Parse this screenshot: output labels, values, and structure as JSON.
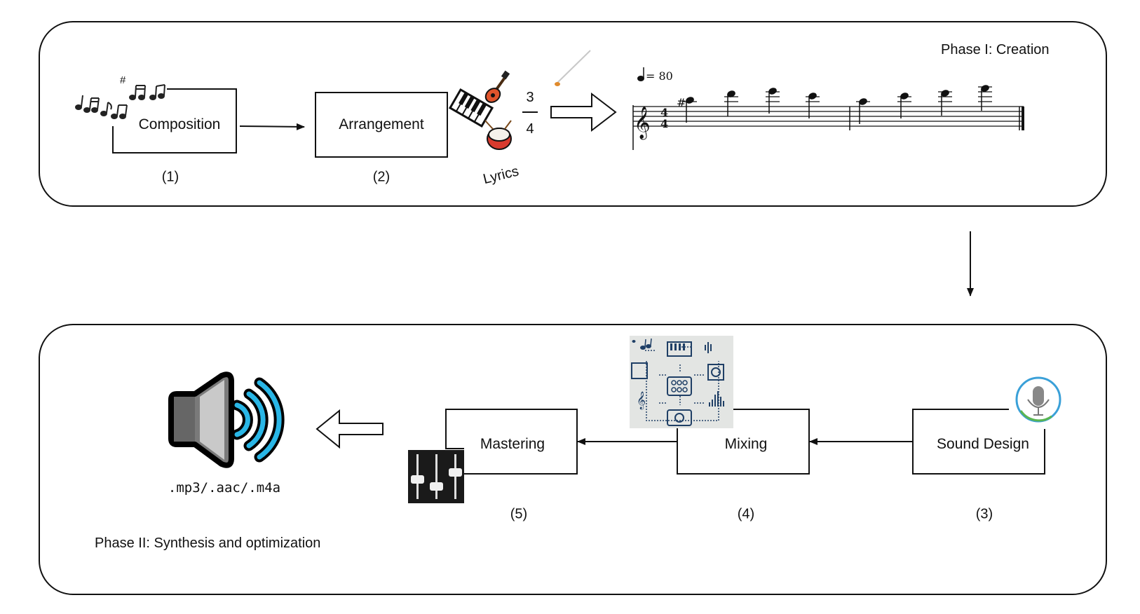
{
  "phase1": {
    "title": "Phase I: Creation"
  },
  "phase2": {
    "title": "Phase II:  Synthesis and optimization"
  },
  "steps": {
    "composition": {
      "label": "Composition",
      "number": "(1)"
    },
    "arrangement": {
      "label": "Arrangement",
      "number": "(2)"
    },
    "sound_design": {
      "label": "Sound Design",
      "number": "(3)"
    },
    "mixing": {
      "label": "Mixing",
      "number": "(4)"
    },
    "mastering": {
      "label": "Mastering",
      "number": "(5)"
    }
  },
  "arrangement_elements": {
    "time_signature_top": "3",
    "time_signature_bottom": "4",
    "lyrics_label": "Lyrics"
  },
  "score": {
    "tempo_text": "= 80",
    "sharp": "#",
    "time_signature": "4/4"
  },
  "composition_sharp": "#",
  "output": {
    "formats": ".mp3/.aac/.m4a"
  },
  "icons": [
    "music-notes-icon",
    "piano-icon",
    "guitar-icon",
    "drum-icon",
    "baton-icon",
    "microphone-icon",
    "mixing-diagram-icon",
    "fader-icon",
    "speaker-icon"
  ],
  "colors": {
    "speaker_waves": "#29b6e6",
    "baton_tip": "#e08a2c",
    "drum_red": "#d83a2e",
    "fader_bg": "#1a1a1a",
    "mic_ring": "#3aa0d8",
    "mixing_panel": "#e3e5e3",
    "mixing_ink": "#1f3f66"
  }
}
